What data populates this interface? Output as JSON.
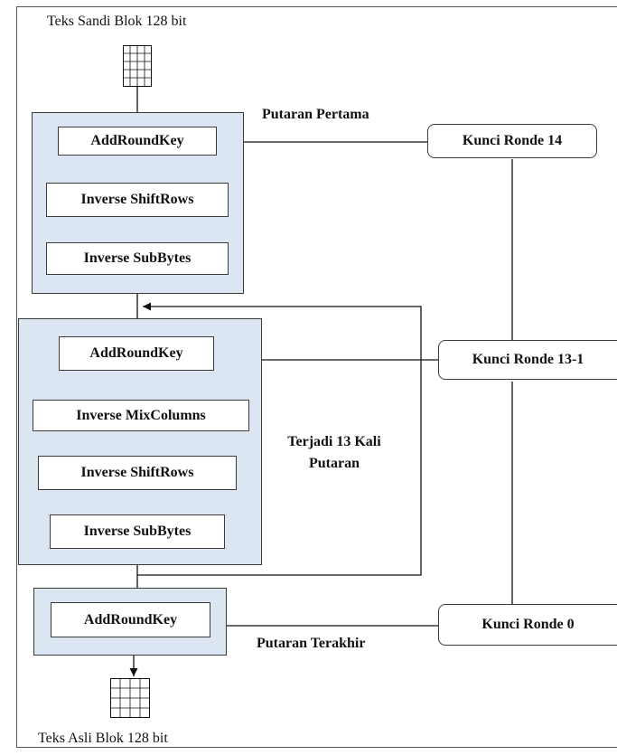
{
  "top_label": "Teks Sandi Blok 128 bit",
  "bottom_label": "Teks Asli Blok 128 bit",
  "first_round": {
    "caption": "Putaran Pertama",
    "steps": [
      "AddRoundKey",
      "Inverse ShiftRows",
      "Inverse SubBytes"
    ],
    "key": "Kunci Ronde 14"
  },
  "middle_round": {
    "caption_line1": "Terjadi 13 Kali",
    "caption_line2": "Putaran",
    "steps": [
      "AddRoundKey",
      "Inverse MixColumns",
      "Inverse ShiftRows",
      "Inverse SubBytes"
    ],
    "key": "Kunci Ronde 13-1"
  },
  "final_round": {
    "caption": "Putaran Terakhir",
    "steps": [
      "AddRoundKey"
    ],
    "key": "Kunci Ronde 0"
  }
}
